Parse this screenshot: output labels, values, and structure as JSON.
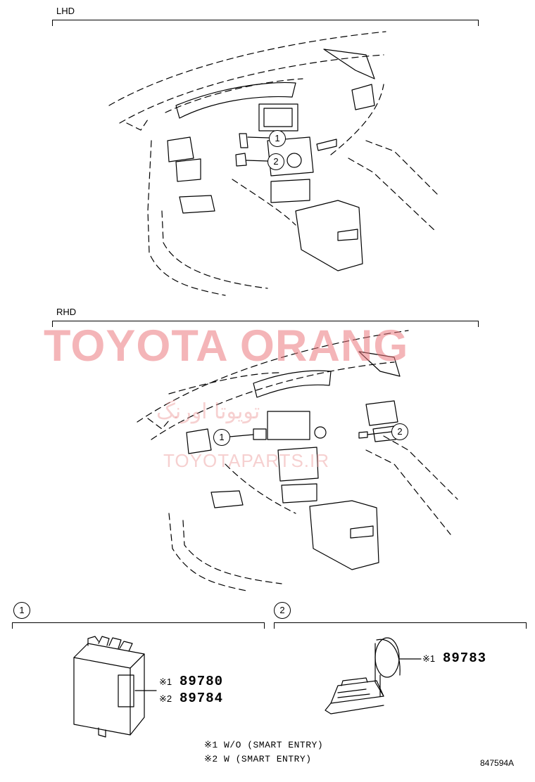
{
  "sections": {
    "lhd_label": "LHD",
    "rhd_label": "RHD"
  },
  "callouts": {
    "c1": "1",
    "c2": "2"
  },
  "details": {
    "d1": {
      "index": "1",
      "mark1": "※1",
      "part1": "89780",
      "mark2": "※2",
      "part2": "89784"
    },
    "d2": {
      "index": "2",
      "mark1": "※1",
      "part1": "89783"
    }
  },
  "notes": {
    "n1": "※1  W/O (SMART ENTRY)",
    "n2": "※2  W (SMART ENTRY)"
  },
  "figure_id": "847594A",
  "watermark": {
    "title": "TOYOTA ORANG",
    "persian": "تویوتا اورنگ",
    "url": "TOYOTAPARTS.IR"
  }
}
